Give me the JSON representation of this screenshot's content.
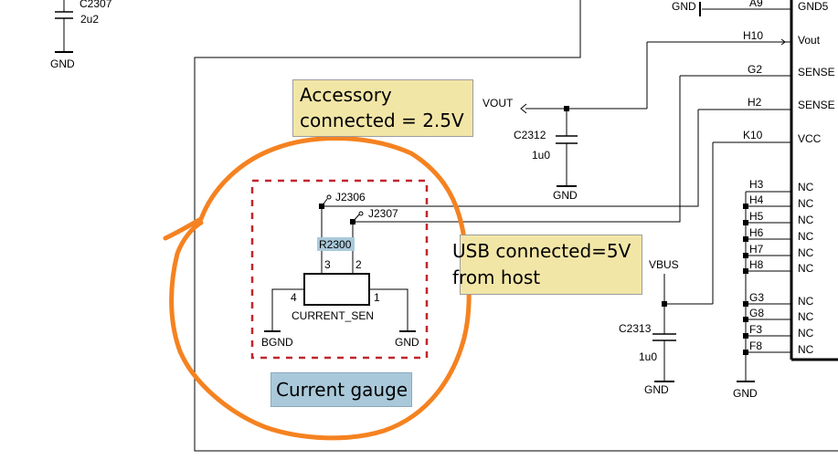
{
  "callouts": {
    "accessory_line1": "Accessory",
    "accessory_line2": "connected = 2.5V",
    "usb_line1": "USB connected=5V",
    "usb_line2": "from host",
    "current_gauge": "Current gauge"
  },
  "components": {
    "c2307": {
      "ref": "C2307",
      "value": "2u2"
    },
    "c2312": {
      "ref": "C2312",
      "value": "1u0"
    },
    "c2313": {
      "ref": "C2313",
      "value": "1u0"
    },
    "r2300": {
      "ref": "R2300",
      "name": "CURRENT_SEN",
      "pins": [
        "3",
        "2",
        "4",
        "1"
      ]
    },
    "j2306": "J2306",
    "j2307": "J2307"
  },
  "nets": {
    "gnd": "GND",
    "bgnd": "BGND",
    "vout": "VOUT",
    "vbus": "VBUS"
  },
  "ic_pins": [
    {
      "pin": "A9",
      "name": "GND5"
    },
    {
      "pin": "H10",
      "name": "Vout"
    },
    {
      "pin": "G2",
      "name": "SENSE"
    },
    {
      "pin": "H2",
      "name": "SENSE"
    },
    {
      "pin": "K10",
      "name": "VCC"
    },
    {
      "pin": "H3",
      "name": "NC"
    },
    {
      "pin": "H4",
      "name": "NC"
    },
    {
      "pin": "H5",
      "name": "NC"
    },
    {
      "pin": "H6",
      "name": "NC"
    },
    {
      "pin": "H7",
      "name": "NC"
    },
    {
      "pin": "H8",
      "name": "NC"
    },
    {
      "pin": "G3",
      "name": "NC"
    },
    {
      "pin": "G8",
      "name": "NC"
    },
    {
      "pin": "F3",
      "name": "NC"
    },
    {
      "pin": "F8",
      "name": "NC"
    }
  ],
  "colors": {
    "annotation_circle": "#f58220",
    "dashed_box": "#c0262c",
    "yellow_note": "#f2e6a7",
    "blue_note": "#a9c9da"
  }
}
